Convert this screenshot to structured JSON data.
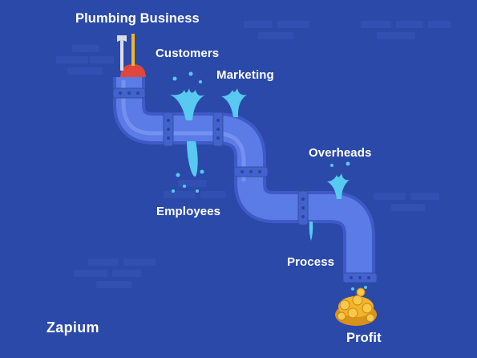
{
  "title": "Plumbing Business",
  "labels": {
    "customers": "Customers",
    "marketing": "Marketing",
    "overheads": "Overheads",
    "employees": "Employees",
    "process": "Process",
    "profit": "Profit"
  },
  "brand": "Zapium",
  "colors": {
    "background": "#2b49a8",
    "pipe": "#5b7be6",
    "pipe_shadow": "#3f5ac6",
    "water": "#58c9f0",
    "coins": "#f2b42a",
    "plunger": "#e0463e"
  }
}
